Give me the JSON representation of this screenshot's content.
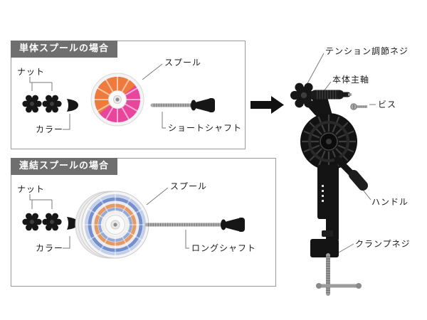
{
  "sections": {
    "single_spool": {
      "title": "単体スプールの場合",
      "labels": {
        "nut": "ナット",
        "collar": "カラー",
        "spool": "スプール",
        "shaft": "ショートシャフト"
      }
    },
    "linked_spool": {
      "title": "連結スプールの場合",
      "labels": {
        "nut": "ナット",
        "collar": "カラー",
        "spool": "スプール",
        "shaft": "ロングシャフト"
      }
    },
    "device": {
      "labels": {
        "tension_screw": "テンション調節ネジ",
        "main_spindle": "本体主軸",
        "screw": "ビス",
        "handle": "ハンドル",
        "clamp_screw": "クランプネジ"
      }
    }
  },
  "colors": {
    "header_bg": "#6f6f6f",
    "header_text": "#ffffff",
    "box_border": "#9a9a9a",
    "label_text": "#1a1a1a",
    "device_black": "#141414",
    "spool_pink": "#e8459c",
    "spool_orange": "#ee7b3c",
    "line_blue": "#7490cf",
    "line_orange": "#e59a66",
    "metal_gray": "#a9a9a9"
  }
}
